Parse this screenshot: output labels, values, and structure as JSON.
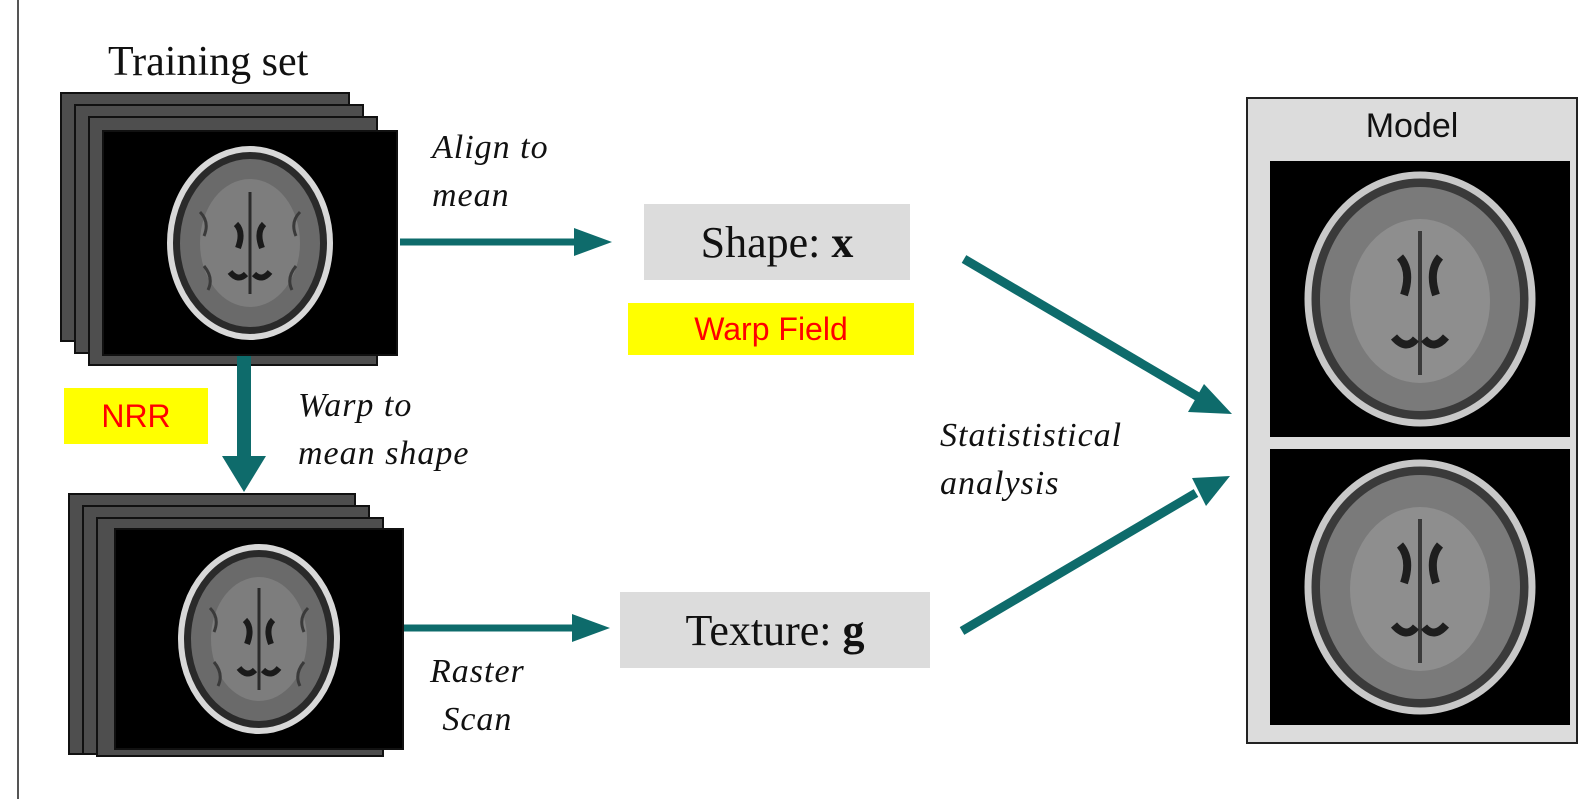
{
  "training_set_label": "Training set",
  "align_label": [
    "Align to",
    "mean"
  ],
  "warp_label": [
    "Warp to",
    "mean shape"
  ],
  "raster_label": [
    "Raster",
    "Scan"
  ],
  "stat_label": [
    "Statististical",
    "analysis"
  ],
  "shape_box": {
    "prefix": "Shape: ",
    "symbol": "x"
  },
  "texture_box": {
    "prefix": "Texture: ",
    "symbol": "g"
  },
  "warp_field_label": "Warp Field",
  "nrr_label": "NRR",
  "model_title": "Model",
  "colors": {
    "arrow": "#0e6b6b",
    "highlight": "#ffff00",
    "highlight_text": "#ff0000",
    "box": "#dcdcdc"
  }
}
